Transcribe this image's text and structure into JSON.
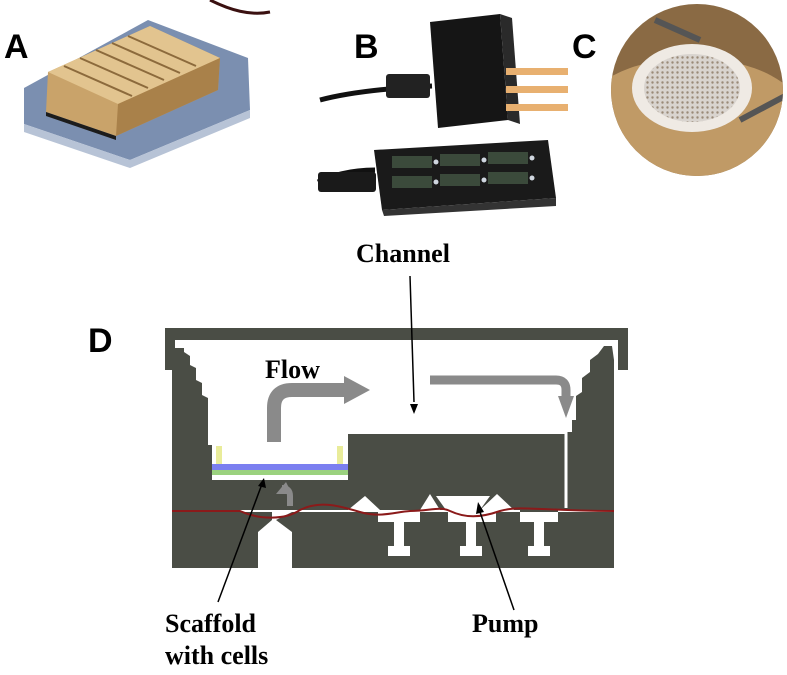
{
  "panels": {
    "a": {
      "letter": "A"
    },
    "b": {
      "letter": "B"
    },
    "c": {
      "letter": "C"
    },
    "d": {
      "letter": "D"
    }
  },
  "diagram_labels": {
    "channel": "Channel",
    "flow": "Flow",
    "scaffold_line1": "Scaffold",
    "scaffold_line2": "with cells",
    "pump": "Pump"
  },
  "colors": {
    "body": "#4a4d45",
    "white": "#ffffff",
    "arrow": "#8a8a8a",
    "membrane": "#8b1a1a",
    "scaffold_blue": "#7b7ff0",
    "scaffold_green": "#9bd27f",
    "clip_yellow": "#e9ec9a"
  }
}
